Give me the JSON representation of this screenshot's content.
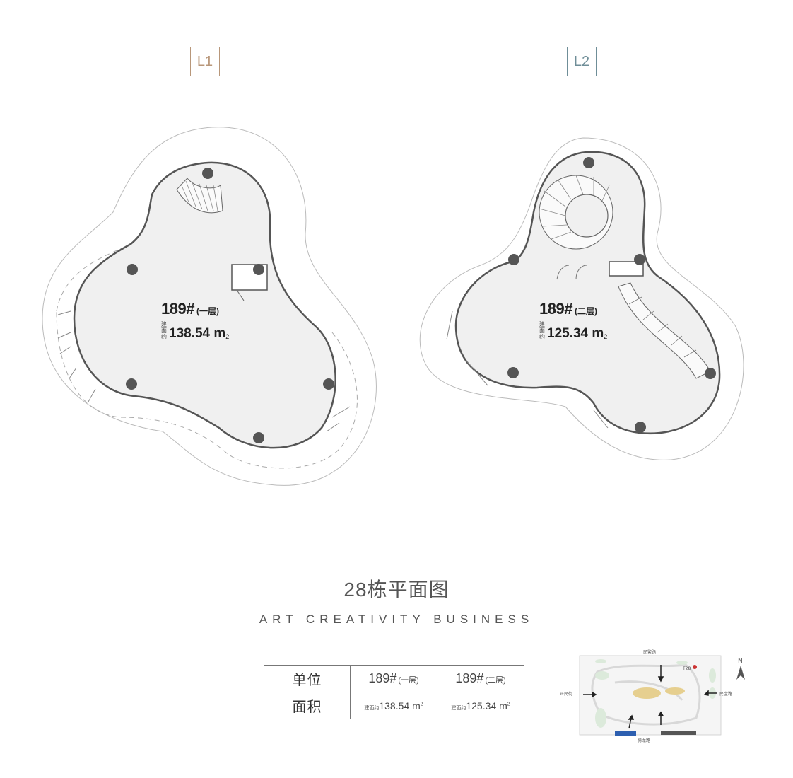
{
  "levels": {
    "l1": {
      "badge": "L1",
      "unit": "189#",
      "floor": "(一层)",
      "area_prefix": "建面约",
      "area": "138.54 m",
      "area_unit_sup": "2"
    },
    "l2": {
      "badge": "L2",
      "unit": "189#",
      "floor": "(二层)",
      "area_prefix": "建面约",
      "area": "125.34 m",
      "area_unit_sup": "2"
    }
  },
  "title": "28栋平面图",
  "subtitle": "ART CREATIVITY BUSINESS",
  "table": {
    "row1_label": "单位",
    "row2_label": "面积",
    "col1_unit": "189#",
    "col1_floor": "(一层)",
    "col2_unit": "189#",
    "col2_floor": "(二层)",
    "col1_prefix": "建面约",
    "col1_area": "138.54 m",
    "col2_prefix": "建面约",
    "col2_area": "125.34 m",
    "sup": "2"
  },
  "mini_map": {
    "north": "N",
    "road_top": "民繁路",
    "road_left": "旺民街",
    "road_right": "民宝路",
    "road_bottom": "腾龙路",
    "marker": "T28",
    "colors": {
      "accent": "#c9a95a",
      "highlight": "#cc3333",
      "green": "#cfe2cf",
      "blue": "#2d5fb0"
    }
  }
}
